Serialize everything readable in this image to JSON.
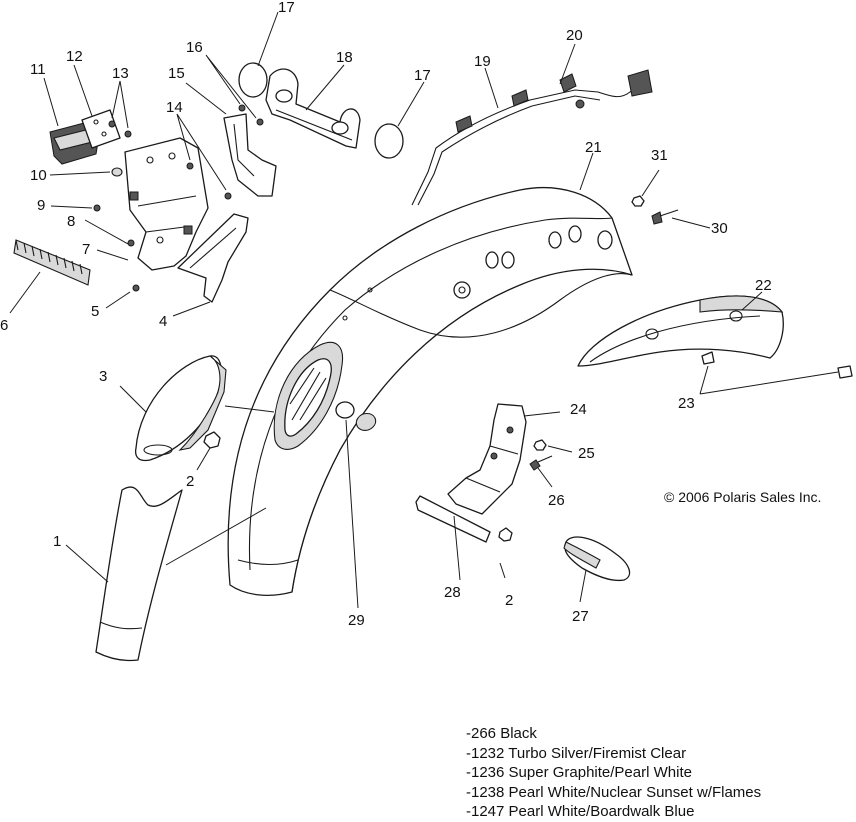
{
  "callouts": {
    "c1": "1",
    "c2a": "2",
    "c2b": "2",
    "c3": "3",
    "c4": "4",
    "c5": "5",
    "c6": "6",
    "c7": "7",
    "c8": "8",
    "c9": "9",
    "c10": "10",
    "c11": "11",
    "c12": "12",
    "c13": "13",
    "c14": "14",
    "c15": "15",
    "c16": "16",
    "c17a": "17",
    "c17b": "17",
    "c18": "18",
    "c19": "19",
    "c20": "20",
    "c21": "21",
    "c22": "22",
    "c23": "23",
    "c24": "24",
    "c25": "25",
    "c26": "26",
    "c27": "27",
    "c28": "28",
    "c29": "29",
    "c30": "30",
    "c31": "31"
  },
  "copyright": "© 2006 Polaris Sales Inc.",
  "color_codes": [
    "-266  Black",
    "-1232 Turbo Silver/Firemist Clear",
    "-1236 Super Graphite/Pearl White",
    "-1238 Pearl White/Nuclear Sunset w/Flames",
    "-1247 Pearl White/Boardwalk Blue"
  ]
}
